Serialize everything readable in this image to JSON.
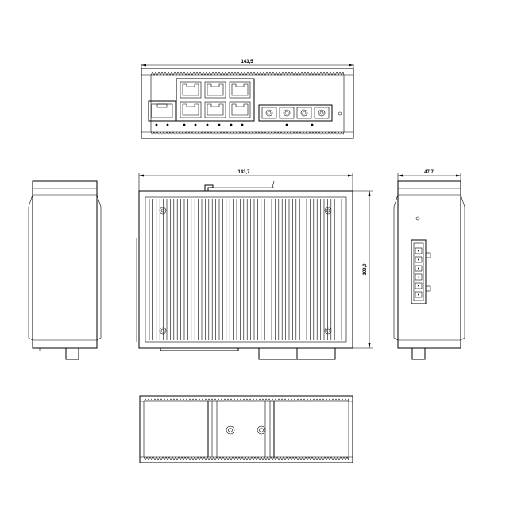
{
  "dimensions": {
    "front_width": "143,5",
    "top_width": "143,7",
    "height": "109,0",
    "side_depth": "47,7"
  },
  "front_panel": {
    "rj45_ports_large": 6,
    "rj45_ports_small": 1,
    "fiber_ports": 4
  },
  "colors": {
    "line": "#000000",
    "background": "#ffffff"
  }
}
